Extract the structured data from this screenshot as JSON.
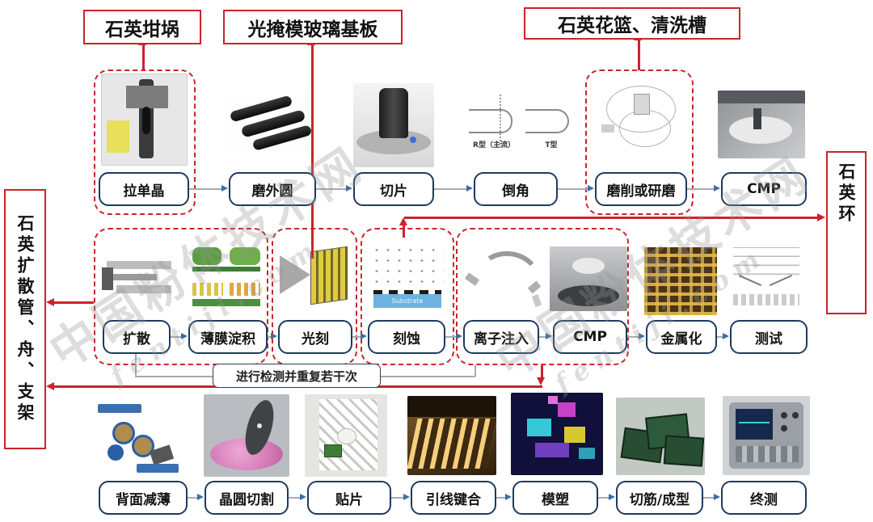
{
  "title_callouts": {
    "crucible": "石英坩埚",
    "photomask": "光掩模玻璃基板",
    "basket_tank": "石英花篮、清洗槽",
    "ring": "石英环",
    "tube_boat_rack": "石英扩散管、舟、支架"
  },
  "rows": {
    "wafer_prep": [
      "拉单晶",
      "磨外圆",
      "切片",
      "倒角",
      "磨削或研磨",
      "CMP"
    ],
    "front_end": [
      "扩散",
      "薄膜淀积",
      "光刻",
      "刻蚀",
      "离子注入",
      "CMP",
      "金属化",
      "测试"
    ],
    "back_end": [
      "背面减薄",
      "晶圆切割",
      "贴片",
      "引线键合",
      "模塑",
      "切筋/成型",
      "终测"
    ]
  },
  "loop_note": "进行检测并重复若干次",
  "chamfer_labels": {
    "r_type": "R型（主流）",
    "t_type": "T型"
  },
  "etch_label": "Substrate",
  "watermark": {
    "cn": "中国粉体技术网",
    "en": "fentiji.com"
  },
  "colors": {
    "red": "#c9242b",
    "box_border": "#1e3a5f",
    "arrow_blue": "#3a6ea8"
  }
}
